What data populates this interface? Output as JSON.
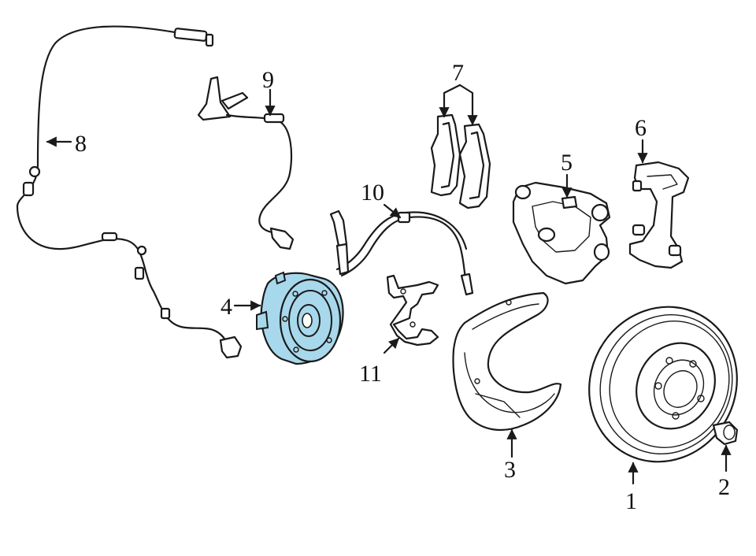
{
  "colors": {
    "line": "#1a1a1a",
    "highlight": "#a8d8ec",
    "background": "#ffffff"
  },
  "callouts": [
    {
      "id": "1",
      "label": "1"
    },
    {
      "id": "2",
      "label": "2"
    },
    {
      "id": "3",
      "label": "3"
    },
    {
      "id": "4",
      "label": "4"
    },
    {
      "id": "5",
      "label": "5"
    },
    {
      "id": "6",
      "label": "6"
    },
    {
      "id": "7",
      "label": "7"
    },
    {
      "id": "8",
      "label": "8"
    },
    {
      "id": "9",
      "label": "9"
    },
    {
      "id": "10",
      "label": "10"
    },
    {
      "id": "11",
      "label": "11"
    }
  ]
}
